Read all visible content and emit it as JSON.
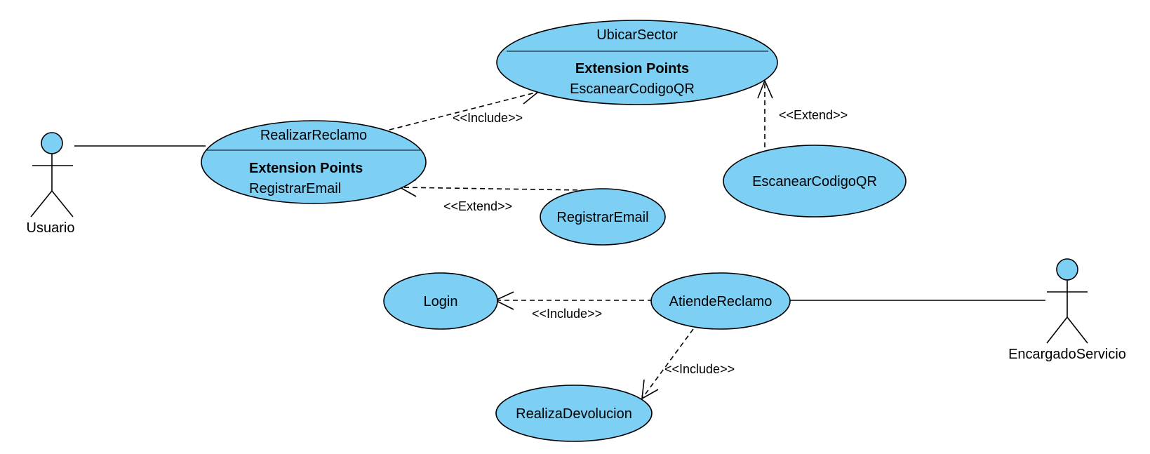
{
  "colors": {
    "use_case_fill": "#7ecff4",
    "stroke": "#000000",
    "background": "#ffffff"
  },
  "actors": {
    "usuario": "Usuario",
    "encargado": "EncargadoServicio"
  },
  "use_cases": {
    "ubicar_sector": {
      "name": "UbicarSector",
      "ext_title": "Extension Points",
      "ext_point": "EscanearCodigoQR"
    },
    "realizar_reclamo": {
      "name": "RealizarReclamo",
      "ext_title": "Extension Points",
      "ext_point": "RegistrarEmail"
    },
    "escanear": "EscanearCodigoQR",
    "registrar_email": "RegistrarEmail",
    "login": "Login",
    "atiende_reclamo": "AtiendeReclamo",
    "realiza_devolucion": "RealizaDevolucion"
  },
  "relations": {
    "include_ubicar": "<<Include>>",
    "extend_escanear": "<<Extend>>",
    "extend_registrar": "<<Extend>>",
    "include_login": "<<Include>>",
    "include_devolucion": "<<Include>>"
  }
}
